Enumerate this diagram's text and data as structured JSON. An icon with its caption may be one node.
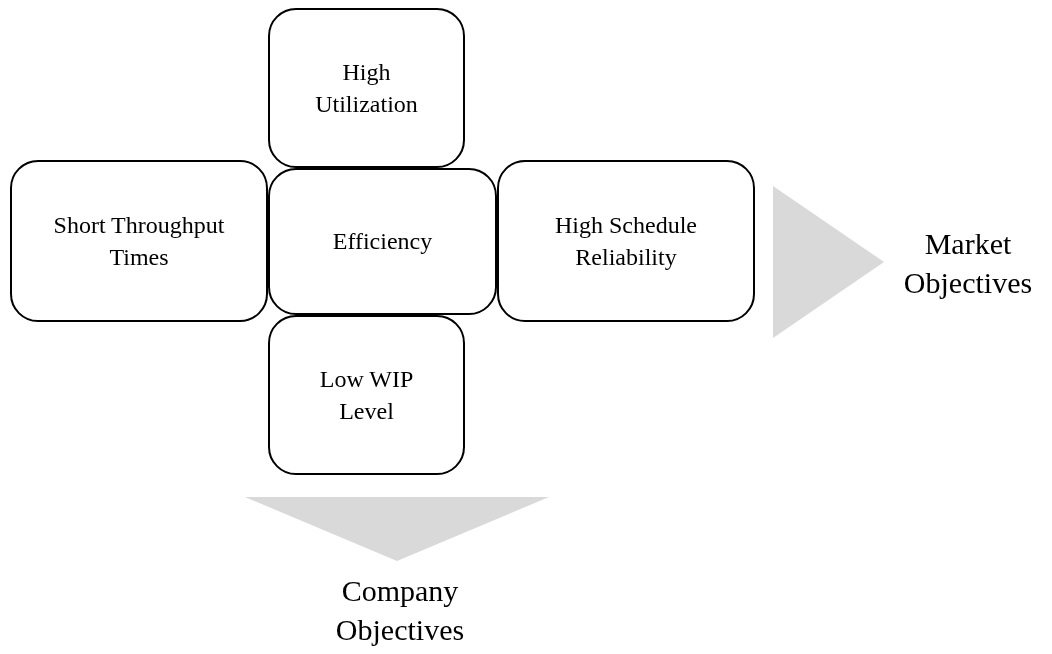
{
  "diagram": {
    "nodes": [
      {
        "text": [
          "High Utilization"
        ]
      },
      {
        "text": [
          "Short Throughput Times"
        ]
      },
      {
        "text": [
          "Efficiency"
        ]
      },
      {
        "text": [
          "High Schedule Reliability"
        ]
      },
      {
        "text": [
          "Low WIP Level"
        ]
      },
      {
        "text": [
          "Market Objectives"
        ]
      },
      {
        "text": [
          "Company Objectives"
        ]
      }
    ],
    "edges": [
      {
        "from": 3,
        "to": 5,
        "arrow": "to",
        "style": "thick"
      },
      {
        "from": 4,
        "to": 6,
        "arrow": "to",
        "style": "thick"
      }
    ]
  }
}
